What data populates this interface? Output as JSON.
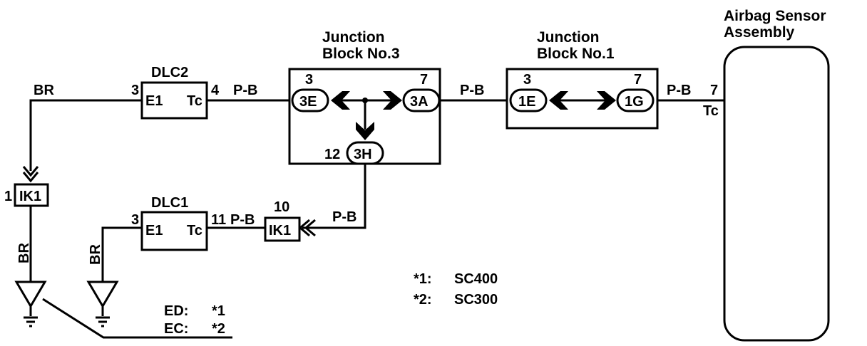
{
  "dlc2": {
    "title": "DLC2",
    "pin_left": "E1",
    "pin_right": "Tc",
    "left_num": "3",
    "right_num": "4"
  },
  "dlc1": {
    "title": "DLC1",
    "pin_left": "E1",
    "pin_right": "Tc",
    "left_num": "3",
    "right_num": "11"
  },
  "jb3": {
    "title_line1": "Junction",
    "title_line2": "Block No.3",
    "c_left": "3E",
    "c_left_pin": "3",
    "c_right": "3A",
    "c_right_pin": "7",
    "c_bottom": "3H",
    "c_bottom_pin": "12"
  },
  "jb1": {
    "title_line1": "Junction",
    "title_line2": "Block No.1",
    "c_left": "1E",
    "c_left_pin": "3",
    "c_right": "1G",
    "c_right_pin": "7"
  },
  "airbag": {
    "line1": "Airbag Sensor",
    "line2": "Assembly",
    "pin": "7",
    "pin_name": "Tc"
  },
  "wires": {
    "br_top": "BR",
    "pb_dlc2": "P-B",
    "pb_jb3_jb1": "P-B",
    "pb_jb1_airbag": "P-B",
    "pb_dlc1": "P-B",
    "pb_3h_ik1": "P-B",
    "br_left_vertical": "BR",
    "br_dlc1_vertical": "BR"
  },
  "ik1_left": {
    "label": "IK1",
    "pin": "1"
  },
  "ik1_mid": {
    "label": "IK1",
    "pin": "10"
  },
  "legend": {
    "row1_key": "*1:",
    "row1_val": "SC400",
    "row2_key": "*2:",
    "row2_val": "SC300"
  },
  "ground_note": {
    "row1_key": "ED:",
    "row1_val": "*1",
    "row2_key": "EC:",
    "row2_val": "*2"
  }
}
